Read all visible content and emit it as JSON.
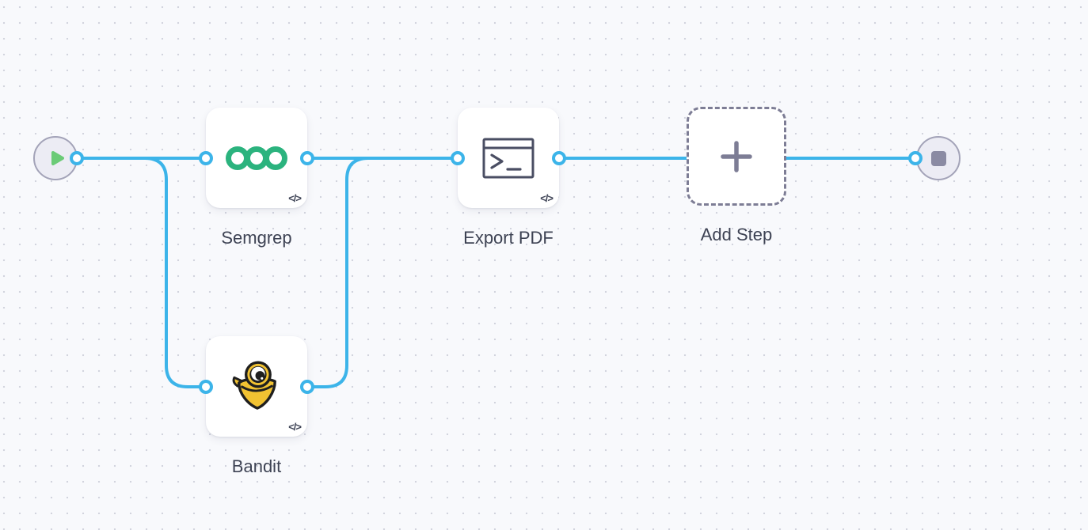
{
  "app": {
    "view": "workflow-canvas"
  },
  "colors": {
    "edge_blue": "#3CB4E9",
    "semgrep_green": "#2BB37E",
    "bandit_yellow": "#F1C232",
    "bandit_outline": "#1F1F1F",
    "play_green": "#6BCB77",
    "stop_gray": "#8B8BA3",
    "dashed_gray": "#7D7D95",
    "label_text": "#3D4253",
    "canvas_bg": "#F8F9FC",
    "dot_grid": "#D2D4DE"
  },
  "nodes": {
    "start": {
      "kind": "start",
      "icon": "play-icon"
    },
    "semgrep": {
      "label": "Semgrep",
      "badge": "</>",
      "icon": "semgrep-rings-icon"
    },
    "bandit": {
      "label": "Bandit",
      "badge": "</>",
      "icon": "bandit-mascot-icon"
    },
    "export_pdf": {
      "label": "Export PDF",
      "badge": "</>",
      "icon": "terminal-icon"
    },
    "add_step": {
      "label": "Add Step",
      "icon": "plus-icon"
    },
    "end": {
      "kind": "end",
      "icon": "stop-icon"
    }
  },
  "edges": [
    {
      "from": "start",
      "to": "semgrep"
    },
    {
      "from": "start",
      "to": "bandit"
    },
    {
      "from": "semgrep",
      "to": "export_pdf"
    },
    {
      "from": "bandit",
      "to": "export_pdf"
    },
    {
      "from": "export_pdf",
      "to": "end"
    }
  ]
}
